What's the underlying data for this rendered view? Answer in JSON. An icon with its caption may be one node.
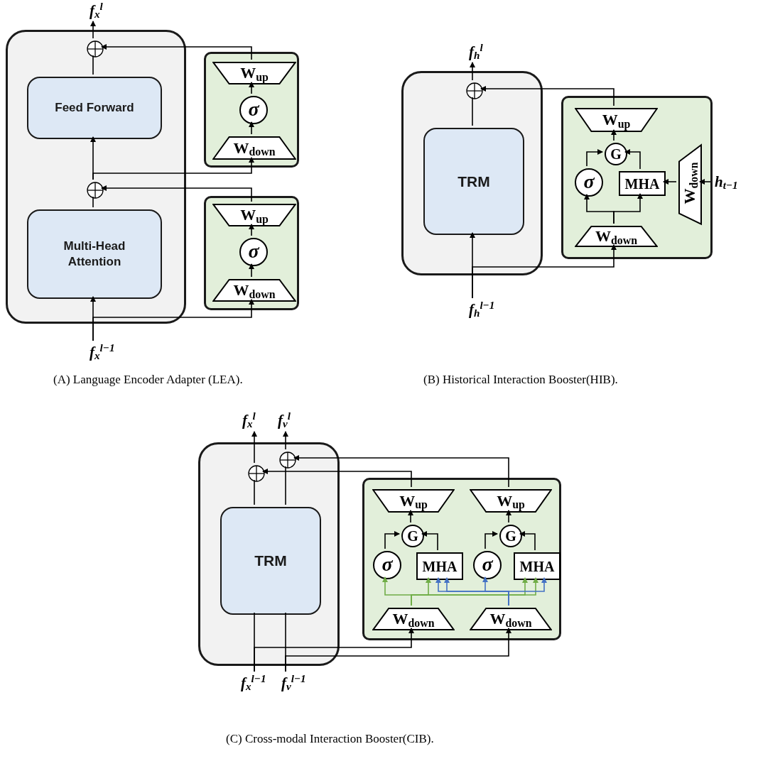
{
  "diagram": {
    "nodes": [
      {
        "text": [],
        "shape": "box"
      },
      {
        "text": [
          "Feed Forward"
        ],
        "in": 0
      },
      {
        "text": [
          "Multi-Head Attention"
        ],
        "in": 0
      },
      {
        "text": [],
        "shape": "circle",
        "in": 0
      },
      {
        "text": [],
        "shape": "circle",
        "in": 0
      },
      {
        "text": [],
        "shape": "box"
      },
      {
        "text": [
          "W$_{up}$"
        ],
        "in": 5
      },
      {
        "text": [
          "σ"
        ],
        "in": 5
      },
      {
        "text": [
          "W$_{down}$"
        ],
        "in": 5
      },
      {
        "text": [],
        "shape": "box"
      },
      {
        "text": [
          "W$_{up}$"
        ],
        "in": 9
      },
      {
        "text": [
          "σ"
        ],
        "in": 9
      },
      {
        "text": [
          "W$_{down}$"
        ],
        "in": 9
      },
      {
        "text": [],
        "shape": "box"
      },
      {
        "text": [
          "TRM"
        ],
        "in": 13
      },
      {
        "text": [],
        "shape": "circle",
        "in": 13
      },
      {
        "text": [],
        "shape": "box"
      },
      {
        "text": [
          "W$_{up}$"
        ],
        "in": 16
      },
      {
        "text": [
          "G"
        ],
        "in": 16
      },
      {
        "text": [
          "σ"
        ],
        "in": 16
      },
      {
        "text": [
          "MHA"
        ],
        "in": 16
      },
      {
        "text": [
          "W$_{down}$"
        ],
        "in": 16
      },
      {
        "text": [
          "W$_{down}$"
        ],
        "in": 16
      },
      {
        "text": [
          "h$_{t−1}$"
        ]
      },
      {
        "text": [],
        "shape": "box"
      },
      {
        "text": [
          "TRM"
        ],
        "in": 24
      },
      {
        "text": [],
        "shape": "circle",
        "in": 24
      },
      {
        "text": [],
        "shape": "circle",
        "in": 24
      },
      {
        "text": [],
        "shape": "box"
      },
      {
        "text": [
          "W$_{up}$"
        ],
        "in": 28
      },
      {
        "text": [
          "G"
        ],
        "in": 28
      },
      {
        "text": [
          "σ"
        ],
        "in": 28
      },
      {
        "text": [
          "MHA"
        ],
        "in": 28
      },
      {
        "text": [
          "W$_{down}$"
        ],
        "in": 28
      },
      {
        "text": [
          "W$_{up}$"
        ],
        "in": 28
      },
      {
        "text": [
          "G"
        ],
        "in": 28
      },
      {
        "text": [
          "σ"
        ],
        "in": 28
      },
      {
        "text": [
          "MHA"
        ],
        "in": 28
      },
      {
        "text": [
          "W$_{down}$"
        ],
        "in": 28
      },
      {
        "text": [
          "f$_{x}$$^{l}$"
        ]
      },
      {
        "text": [
          "f$_{v}$$^{l}$"
        ]
      },
      {
        "text": [
          "f$_{x}$$^{l−1}$"
        ]
      },
      {
        "text": [
          "f$_{v}$$^{l−1}$"
        ]
      },
      {
        "text": [
          "f$_{x}$$^{l}$"
        ]
      },
      {
        "text": [
          "f$_{x}$$^{l−1}$"
        ]
      },
      {
        "text": [
          "f$_{h}$$^{l}$"
        ]
      },
      {
        "text": [
          "f$_{h}$$^{l−1}$"
        ]
      }
    ],
    "edges": [
      {
        "from": 44,
        "to": 2,
        "arrow": "to"
      },
      {
        "from": 44,
        "to": 12,
        "arrow": "to"
      },
      {
        "from": 12,
        "to": 11,
        "arrow": "to"
      },
      {
        "from": 11,
        "to": 10,
        "arrow": "to"
      },
      {
        "from": 10,
        "to": 4,
        "arrow": "to"
      },
      {
        "from": 2,
        "to": 4,
        "arrow": "none"
      },
      {
        "from": 4,
        "to": 1,
        "arrow": "to"
      },
      {
        "from": 4,
        "to": 8,
        "arrow": "to"
      },
      {
        "from": 8,
        "to": 7,
        "arrow": "to"
      },
      {
        "from": 7,
        "to": 6,
        "arrow": "to"
      },
      {
        "from": 6,
        "to": 3,
        "arrow": "to"
      },
      {
        "from": 1,
        "to": 3,
        "arrow": "none"
      },
      {
        "from": 3,
        "to": 43,
        "arrow": "to"
      },
      {
        "from": 46,
        "to": 14,
        "arrow": "to"
      },
      {
        "from": 46,
        "to": 22,
        "arrow": "to"
      },
      {
        "from": 22,
        "to": 19,
        "arrow": "to"
      },
      {
        "from": 22,
        "to": 20,
        "arrow": "to"
      },
      {
        "from": 19,
        "to": 18,
        "arrow": "to"
      },
      {
        "from": 20,
        "to": 18,
        "arrow": "to"
      },
      {
        "from": 23,
        "to": 21,
        "arrow": "to"
      },
      {
        "from": 21,
        "to": 20,
        "arrow": "to"
      },
      {
        "from": 18,
        "to": 17,
        "arrow": "to"
      },
      {
        "from": 17,
        "to": 15,
        "arrow": "to"
      },
      {
        "from": 14,
        "to": 15,
        "arrow": "none"
      },
      {
        "from": 15,
        "to": 45,
        "arrow": "to"
      },
      {
        "from": 41,
        "to": 25,
        "arrow": "none"
      },
      {
        "from": 42,
        "to": 25,
        "arrow": "none"
      },
      {
        "from": 41,
        "to": 33,
        "arrow": "to"
      },
      {
        "from": 42,
        "to": 38,
        "arrow": "to"
      },
      {
        "from": 25,
        "to": 26,
        "arrow": "none"
      },
      {
        "from": 25,
        "to": 27,
        "arrow": "none"
      },
      {
        "from": 26,
        "to": 39,
        "arrow": "to"
      },
      {
        "from": 27,
        "to": 40,
        "arrow": "to"
      },
      {
        "from": 29,
        "to": 26,
        "arrow": "to"
      },
      {
        "from": 34,
        "to": 27,
        "arrow": "to"
      },
      {
        "from": 30,
        "to": 29,
        "arrow": "to"
      },
      {
        "from": 35,
        "to": 34,
        "arrow": "to"
      },
      {
        "from": 31,
        "to": 30,
        "arrow": "to"
      },
      {
        "from": 32,
        "to": 30,
        "arrow": "to"
      },
      {
        "from": 36,
        "to": 35,
        "arrow": "to"
      },
      {
        "from": 37,
        "to": 35,
        "arrow": "to"
      },
      {
        "from": 33,
        "to": 31,
        "arrow": "to",
        "color": "#70ad47"
      },
      {
        "from": 33,
        "to": 32,
        "arrow": "to",
        "color": "#70ad47"
      },
      {
        "from": 33,
        "to": 37,
        "arrow": "to",
        "color": "#70ad47"
      },
      {
        "from": 33,
        "to": 37,
        "arrow": "to",
        "color": "#70ad47"
      },
      {
        "from": 38,
        "to": 32,
        "arrow": "to",
        "color": "#4472c4"
      },
      {
        "from": 38,
        "to": 32,
        "arrow": "to",
        "color": "#4472c4"
      },
      {
        "from": 38,
        "to": 36,
        "arrow": "to",
        "color": "#4472c4"
      },
      {
        "from": 38,
        "to": 37,
        "arrow": "to",
        "color": "#4472c4"
      }
    ],
    "labels": [
      "(A) Language Encoder Adapter (LEA).",
      "(B) Historical Interaction Booster(HIB).",
      "(C) Cross-modal Interaction Booster(CIB)."
    ]
  }
}
